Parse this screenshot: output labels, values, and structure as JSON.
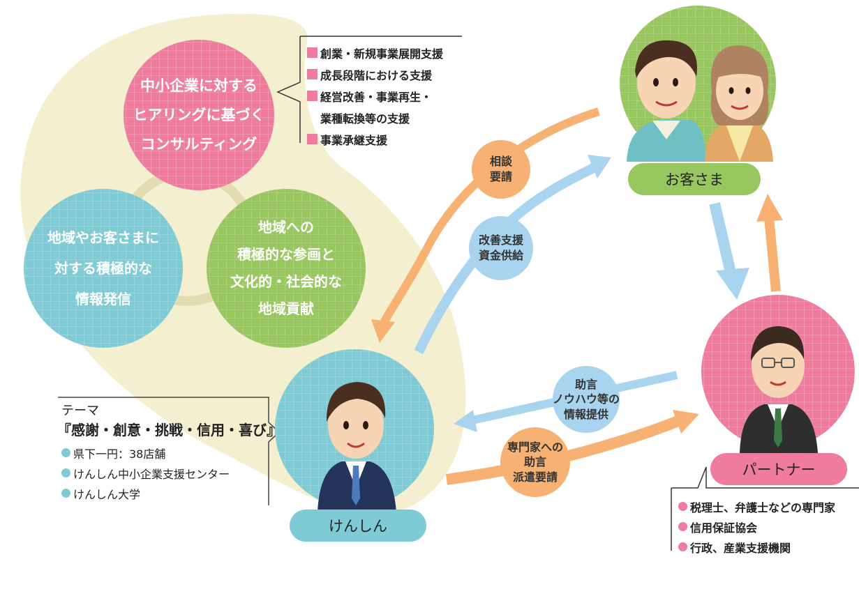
{
  "colors": {
    "pink": "#ef7b9d",
    "blue": "#7fcbd5",
    "green": "#99c75f",
    "orange": "#f6b173",
    "lightblue": "#a9d4ef",
    "beige": "#f3efcf",
    "circle_ring": "#e3dcb0",
    "text_dark": "#222222"
  },
  "circles": {
    "consulting": [
      "中小企業に対する",
      "ヒアリングに基づく",
      "コンサルティング"
    ],
    "information": [
      "地域やお客さまに",
      "対する積極的な",
      "情報発信"
    ],
    "community": [
      "地域への",
      "積極的な参画と",
      "文化的・社会的な",
      "地域貢献"
    ]
  },
  "support_list": {
    "items": [
      "創業・新規事業展開支援",
      "成長段階における支援",
      "経営改善・事業再生・",
      "業種転換等の支援",
      "事業承継支援"
    ],
    "marker_color": "#ef7b9d"
  },
  "theme_box": {
    "label": "テーマ",
    "title": "『感謝・創意・挑戦・信用・喜び』",
    "items": [
      "県下一円：38店舗",
      "けんしん中小企業支援センター",
      "けんしん大学"
    ],
    "marker_color": "#7fcbd5"
  },
  "partner_list": {
    "items": [
      "税理士、弁護士などの専門家",
      "信用保証協会",
      "行政、産業支援機関"
    ],
    "marker_color": "#ef7b9d"
  },
  "actors": {
    "customer": "お客さま",
    "kenshin": "けんしん",
    "partner": "パートナー"
  },
  "arrows": {
    "consult_request": [
      "相談",
      "要請"
    ],
    "improvement_funding": [
      "改善支援",
      "資金供給"
    ],
    "advice_info": [
      "助言",
      "ノウハウ等の",
      "情報提供"
    ],
    "expert_dispatch": [
      "専門家への",
      "助言",
      "派遣要請"
    ]
  },
  "icons": [
    "person-man-icon",
    "person-woman-icon",
    "banker-icon",
    "partner-man-icon"
  ]
}
